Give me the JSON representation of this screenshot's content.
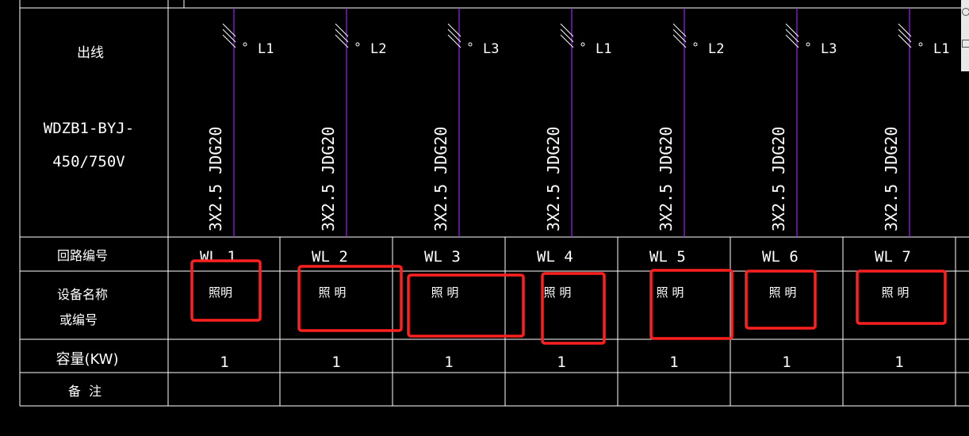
{
  "rows": {
    "outgoing_label": "出线",
    "cable_spec_line1": "WDZB1-BYJ-",
    "cable_spec_line2": "450/750V",
    "circuit_no_label": "回路编号",
    "device_name_line1": "设备名称",
    "device_name_line2": "或编号",
    "capacity_label": "容量(KW)",
    "remark_label": "备  注"
  },
  "circuits": [
    {
      "phase": "L1",
      "wiring": "3X2.5  JDG20",
      "circuit": "WL 1",
      "device": "照明",
      "capacity": "1"
    },
    {
      "phase": "L2",
      "wiring": "3X2.5  JDG20",
      "circuit": "WL 2",
      "device": "照  明",
      "capacity": "1"
    },
    {
      "phase": "L3",
      "wiring": "3X2.5  JDG20",
      "circuit": "WL 3",
      "device": "照  明",
      "capacity": "1"
    },
    {
      "phase": "L1",
      "wiring": "3X2.5  JDG20",
      "circuit": "WL 4",
      "device": "照  明",
      "capacity": "1"
    },
    {
      "phase": "L2",
      "wiring": "3X2.5  JDG20",
      "circuit": "WL 5",
      "device": "照  明",
      "capacity": "1"
    },
    {
      "phase": "L3",
      "wiring": "3X2.5  JDG20",
      "circuit": "WL 6",
      "device": "照  明",
      "capacity": "1"
    },
    {
      "phase": "L1",
      "wiring": "3X2.5  JDG20",
      "circuit": "WL 7",
      "device": "照  明",
      "capacity": "1"
    }
  ],
  "colors": {
    "background": "#000000",
    "grid": "#ffffff",
    "feeder_line": "#a020f0",
    "highlight": "#ff2020"
  }
}
